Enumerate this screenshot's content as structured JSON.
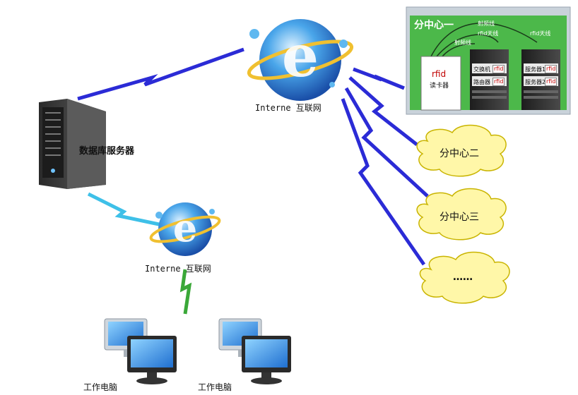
{
  "db_server": {
    "label": "数据库服务器"
  },
  "internet_main": {
    "label": "Interne 互联网"
  },
  "internet_sub": {
    "label": "Interne 互联网"
  },
  "workstations": [
    {
      "label": "工作电脑"
    },
    {
      "label": "工作电脑"
    }
  ],
  "center_one": {
    "title": "分中心一",
    "rf_line_top": "射频线",
    "rf_line_left": "射频线",
    "antenna_left": "rfid天线",
    "antenna_right": "rfid天线",
    "reader_top": "rfid",
    "reader_bottom": "读卡器",
    "rack1": {
      "row1": "交换机",
      "row2": "路由器",
      "tag1": "rfid",
      "tag2": "rfid"
    },
    "rack2": {
      "row1": "服务器1",
      "row2": "服务器2",
      "tag1": "rfid",
      "tag2": "rfid"
    }
  },
  "clouds": [
    {
      "label": "分中心二"
    },
    {
      "label": "分中心三"
    },
    {
      "label": "……"
    }
  ],
  "colors": {
    "panel_green": "#4cb84a",
    "panel_border": "#9aa4b0",
    "cloud_fill": "#fff7a8",
    "cloud_stroke": "#c9b400",
    "link_blue": "#2b2bd6",
    "link_cyan": "#3ec0e8",
    "link_green": "#3aa838"
  }
}
